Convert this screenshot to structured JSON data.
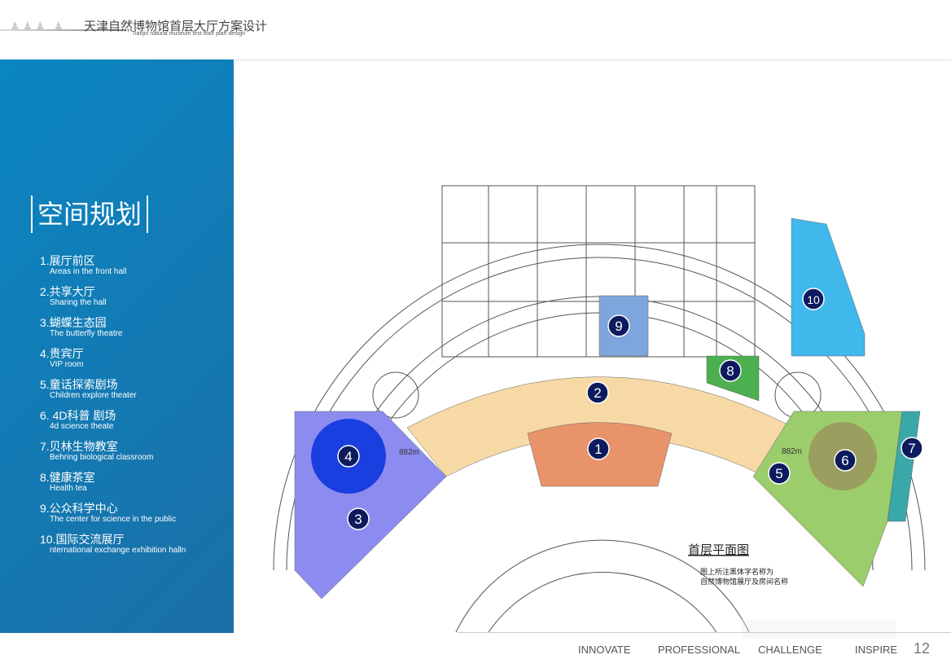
{
  "header": {
    "title_cn": "天津自然博物馆首层大厅方案设计",
    "title_en": "Tianjin natural museum first floor plan design"
  },
  "sidebar": {
    "section_title": "空间规划",
    "items": [
      {
        "cn": "1.展厅前区",
        "en": "Areas in the front hall"
      },
      {
        "cn": "2.共享大厅",
        "en": "Sharing the hall"
      },
      {
        "cn": "3.蝴蝶生态园",
        "en": "The butterfly theatre"
      },
      {
        "cn": "4.贵宾厅",
        "en": "VIP room"
      },
      {
        "cn": "5.童话探索剧场",
        "en": "Children explore theater"
      },
      {
        "cn": "6. 4D科普 剧场",
        "en": "4d science theate"
      },
      {
        "cn": "7.贝林生物教室",
        "en": "Behring biological classroom"
      },
      {
        "cn": "8.健康茶室",
        "en": "Health tea"
      },
      {
        "cn": "9.公众科学中心",
        "en": "The center for science in the public"
      },
      {
        "cn": "10.国际交流展厅",
        "en": "nternational exchange exhibition halln"
      }
    ]
  },
  "plan": {
    "title": "首层平面图",
    "note1": "图上所注黑体字名称为",
    "note2": "自然博物馆展厅及房间名称",
    "dim_left": "882m",
    "dim_right": "882m",
    "markers": [
      "1",
      "2",
      "3",
      "4",
      "5",
      "6",
      "7",
      "8",
      "9",
      "10"
    ],
    "colors": {
      "zone1": "#e8936a",
      "zone2": "#f7d9a6",
      "zone3": "#8c8cf0",
      "zone4": "#1a3fe0",
      "zone6": "#9ccd6c",
      "zone7": "#3aa7a8",
      "zone8": "#4caf50",
      "zone9": "#7fa6dc",
      "zone10": "#3fb8ec"
    }
  },
  "footer": {
    "words": [
      "INNOVATE",
      "PROFESSIONAL",
      "CHALLENGE",
      "INSPIRE"
    ],
    "page": "12"
  }
}
